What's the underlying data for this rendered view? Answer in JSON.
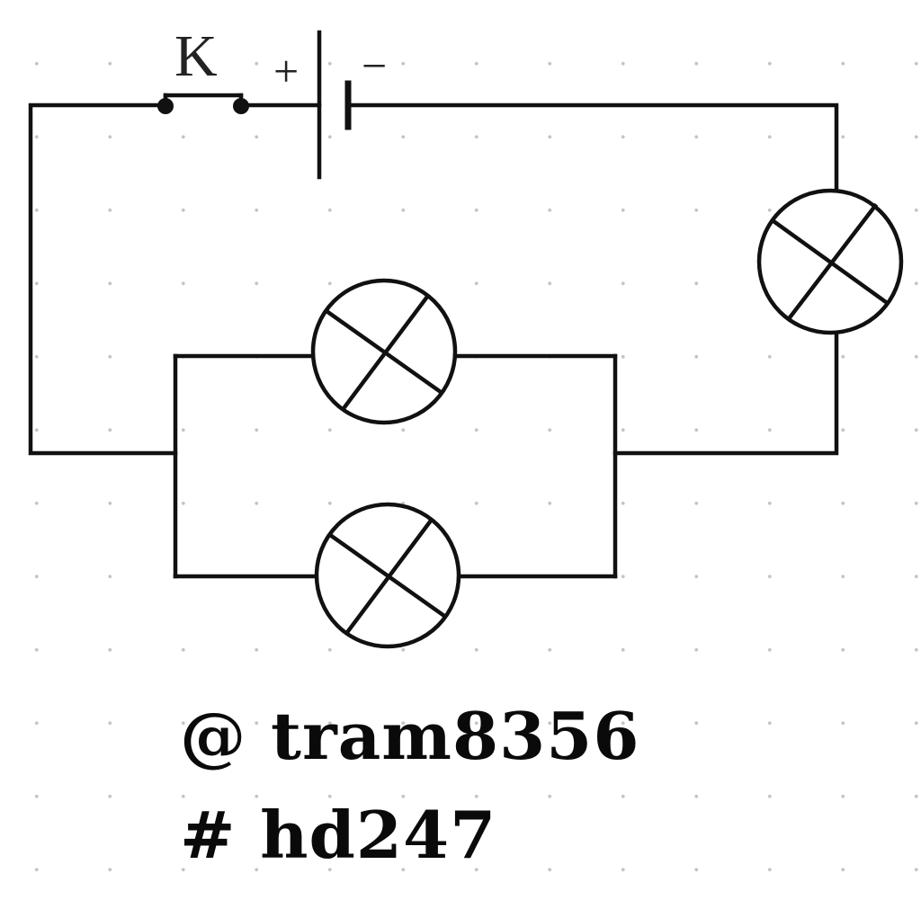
{
  "diagram": {
    "switch_label": "K",
    "battery_plus_label": "+",
    "battery_minus_label": "−",
    "lamps": [
      "lamp-right-series",
      "lamp-parallel-top",
      "lamp-parallel-bottom"
    ]
  },
  "credits": {
    "handle": "@ tram8356",
    "tag": "# hd247"
  },
  "colors": {
    "stroke": "#111111",
    "grid_dot": "#c4c4c4",
    "background": "#ffffff"
  }
}
